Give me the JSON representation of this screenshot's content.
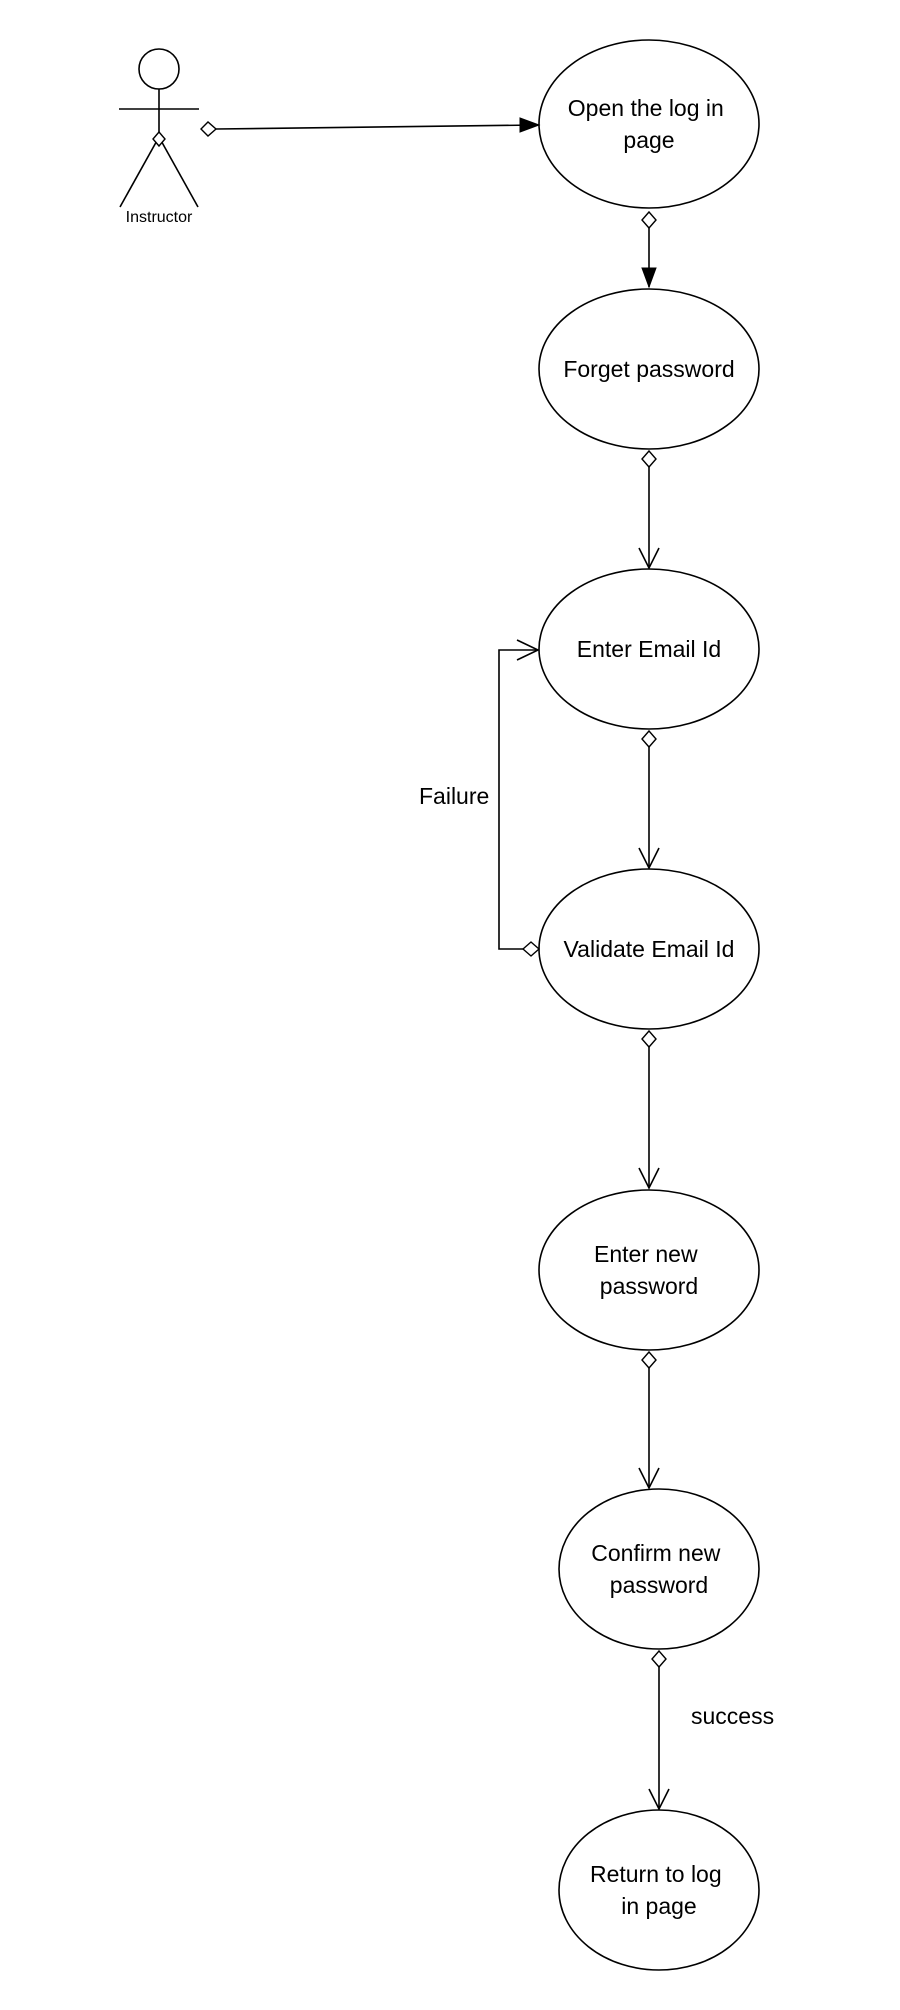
{
  "actor": {
    "label": "Instructor"
  },
  "nodes": {
    "open_login": {
      "lines": [
        "Open the log in",
        "page"
      ]
    },
    "forget_password": {
      "lines": [
        "Forget password"
      ]
    },
    "enter_email": {
      "lines": [
        "Enter Email Id"
      ]
    },
    "validate_email": {
      "lines": [
        "Validate Email Id"
      ]
    },
    "enter_new_password": {
      "lines": [
        "Enter new",
        "password"
      ]
    },
    "confirm_new_password": {
      "lines": [
        "Confirm new",
        "password"
      ]
    },
    "return_login": {
      "lines": [
        "Return to log",
        "in page"
      ]
    }
  },
  "edges": {
    "actor_to_open_login": {
      "label": ""
    },
    "open_login_to_forget_password": {
      "label": ""
    },
    "forget_password_to_enter_email": {
      "label": ""
    },
    "enter_email_to_validate_email": {
      "label": ""
    },
    "validate_email_failure": {
      "label": "Failure"
    },
    "validate_email_to_enter_new_password": {
      "label": ""
    },
    "enter_new_password_to_confirm": {
      "label": ""
    },
    "confirm_success": {
      "label": "success"
    }
  }
}
